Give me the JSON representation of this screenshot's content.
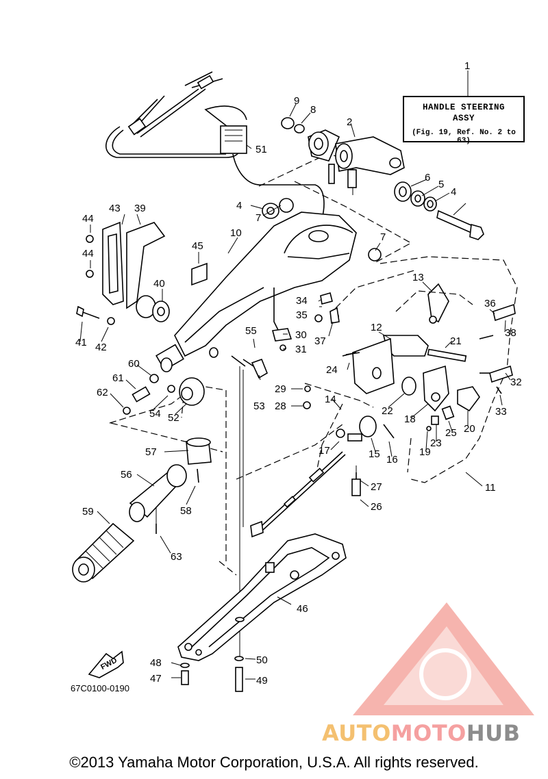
{
  "title_box": {
    "line1": "HANDLE STEERING",
    "line2": "ASSY",
    "reference": "(Fig. 19, Ref. No. 2 to 63)"
  },
  "diagram_code": "67C0100-0190",
  "fwd_label": "FWD",
  "copyright": "©2013 Yamaha Motor Corporation, U.S.A. All rights reserved.",
  "watermark": {
    "part1": "AUTO",
    "part2": "MOTO",
    "part3": "HUB",
    "colors": {
      "auto": "#f4c070",
      "moto": "#f5a0a0",
      "hub": "#8c8c8c",
      "logo": "#f5a8a0"
    }
  },
  "callouts": {
    "n1": "1",
    "n2": "2",
    "n4a": "4",
    "n4b": "4",
    "n5": "5",
    "n6": "6",
    "n7a": "7",
    "n7b": "7",
    "n8": "8",
    "n9": "9",
    "n10": "10",
    "n11": "11",
    "n12": "12",
    "n13": "13",
    "n14": "14",
    "n15": "15",
    "n16": "16",
    "n17": "17",
    "n18": "18",
    "n19": "19",
    "n20": "20",
    "n21": "21",
    "n22": "22",
    "n23": "23",
    "n24": "24",
    "n25": "25",
    "n26": "26",
    "n27": "27",
    "n28": "28",
    "n29": "29",
    "n30": "30",
    "n31": "31",
    "n32": "32",
    "n33": "33",
    "n34": "34",
    "n35": "35",
    "n36": "36",
    "n37": "37",
    "n38": "38",
    "n39": "39",
    "n40": "40",
    "n41": "41",
    "n42": "42",
    "n43": "43",
    "n44a": "44",
    "n44b": "44",
    "n45": "45",
    "n46": "46",
    "n47": "47",
    "n48": "48",
    "n49": "49",
    "n50": "50",
    "n51": "51",
    "n52": "52",
    "n53": "53",
    "n54": "54",
    "n55": "55",
    "n56": "56",
    "n57": "57",
    "n58": "58",
    "n59": "59",
    "n60": "60",
    "n61": "61",
    "n62": "62",
    "n63": "63"
  }
}
